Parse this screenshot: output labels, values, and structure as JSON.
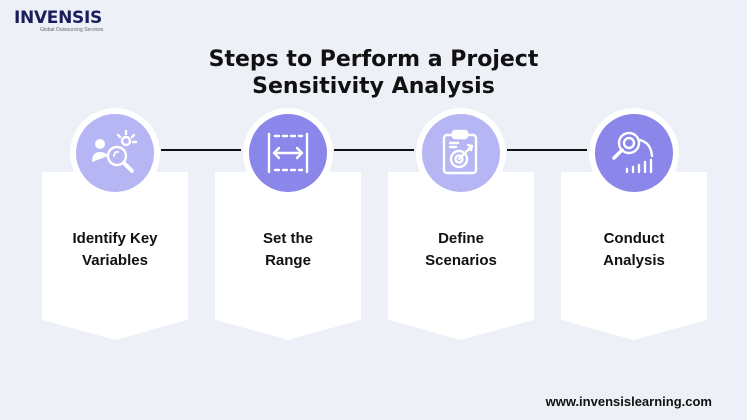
{
  "brand": {
    "logo_text": "INVENSIS",
    "logo_tagline": "Global Outsourcing Services"
  },
  "title": {
    "line1": "Steps to Perform a Project",
    "line2": "Sensitivity Analysis"
  },
  "steps": [
    {
      "line1": "Identify Key",
      "line2": "Variables",
      "icon": "magnifier-person-bulb-icon",
      "circle_color": "#b7b6f4"
    },
    {
      "line1": "Set the",
      "line2": "Range",
      "icon": "range-arrows-icon",
      "circle_color": "#8a86ea"
    },
    {
      "line1": "Define",
      "line2": "Scenarios",
      "icon": "clipboard-target-icon",
      "circle_color": "#b7b6f4"
    },
    {
      "line1": "Conduct",
      "line2": "Analysis",
      "icon": "magnifier-chart-icon",
      "circle_color": "#8a86ea"
    }
  ],
  "footer": {
    "url": "www.invensislearning.com"
  }
}
